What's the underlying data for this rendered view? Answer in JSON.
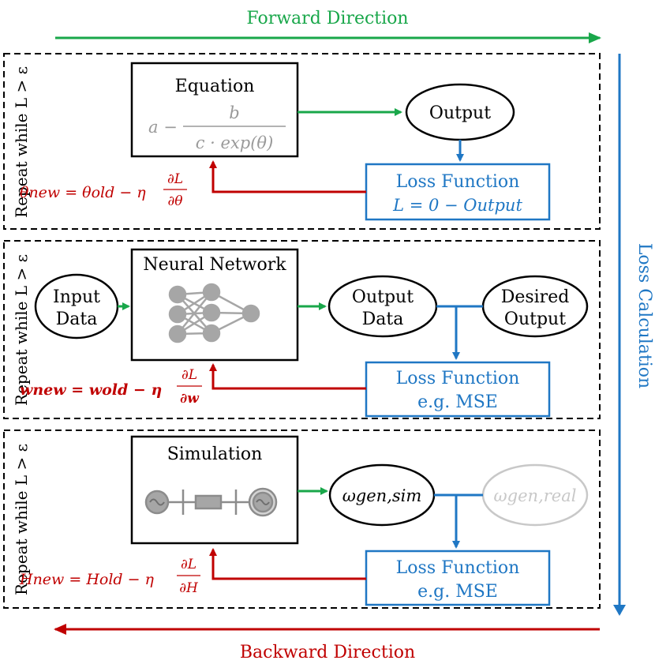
{
  "directions": {
    "forward": "Forward Direction",
    "backward": "Backward Direction",
    "loss": "Loss Calculation"
  },
  "colors": {
    "forward": "#19a74a",
    "backward": "#c00000",
    "loss": "#1f77c4",
    "muted": "#9a9a9a"
  },
  "panels": [
    {
      "repeat_label": "Repeat while L > ε",
      "model_title": "Equation",
      "model_formula_top": "b",
      "model_formula_left": "a  −",
      "model_formula_bottom": "c  · exp(θ)",
      "inputs": [],
      "output": "Output",
      "target": "",
      "loss_title": "Loss Function",
      "loss_detail": "L = 0  − Output",
      "update_lhs": "θnew = θold − η",
      "update_num": "∂L",
      "update_den": "∂θ"
    },
    {
      "repeat_label": "Repeat while L > ε",
      "model_title": "Neural Network",
      "model_icon": "neural-network-icon",
      "inputs": [
        "Input",
        "Data"
      ],
      "output": [
        "Output",
        "Data"
      ],
      "target": [
        "Desired",
        "Output"
      ],
      "loss_title": "Loss Function",
      "loss_detail": "e.g. MSE",
      "update_lhs": "wnew = wold − η",
      "update_num": "∂L",
      "update_den": "∂w"
    },
    {
      "repeat_label": "Repeat while L > ε",
      "model_title": "Simulation",
      "model_icon": "power-system-icon",
      "output": "ωgen,sim",
      "target": "ωgen,real",
      "loss_title": "Loss Function",
      "loss_detail": "e.g. MSE",
      "update_lhs": "Hnew = Hold − η",
      "update_num": "∂L",
      "update_den": "∂H"
    }
  ]
}
